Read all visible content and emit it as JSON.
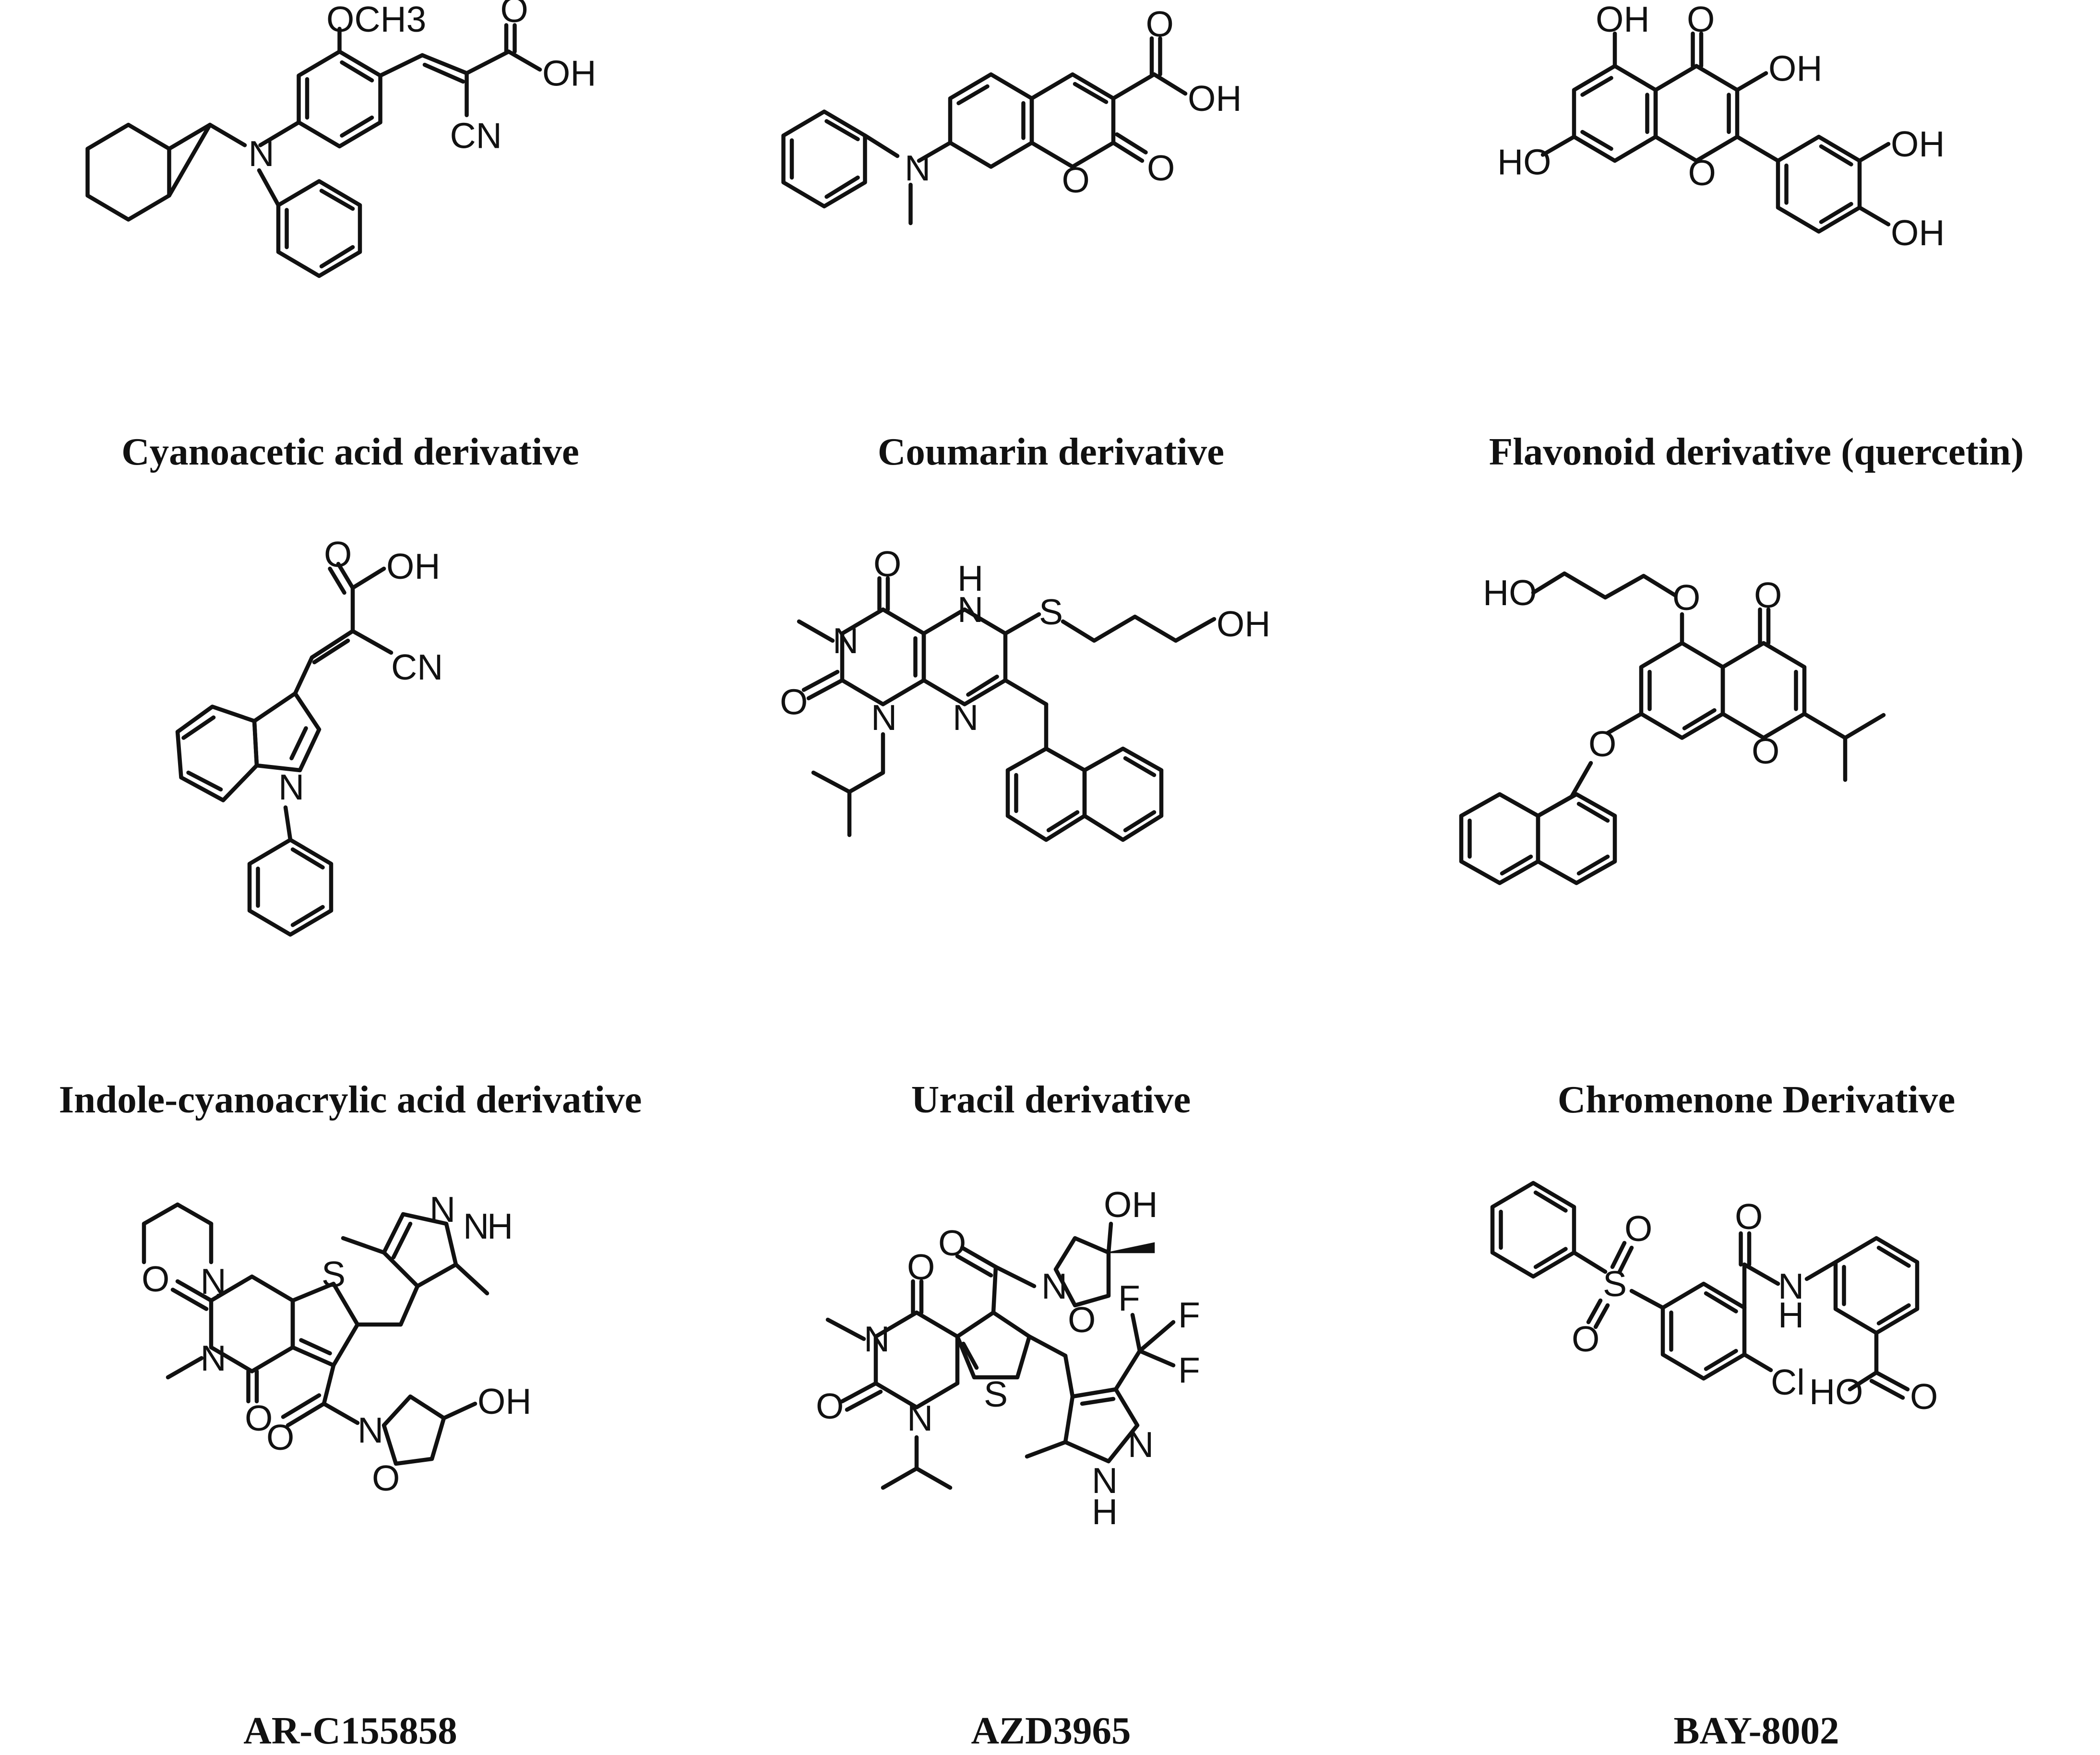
{
  "compounds": [
    {
      "name": "Cyanoacetic acid derivative",
      "atoms": {
        "methoxy": "OCH3",
        "carbonyl_o": "O",
        "acid_oh": "OH",
        "amine_n": "N",
        "nitrile": "CN"
      }
    },
    {
      "name": "Coumarin derivative",
      "atoms": {
        "carbonyl_o": "O",
        "acid_oh": "OH",
        "amine_n": "N",
        "ring_o": "O",
        "lactone_o": "O"
      }
    },
    {
      "name": "Flavonoid derivative (quercetin)",
      "atoms": {
        "oh_5": "OH",
        "keto_o": "O",
        "oh_3": "OH",
        "oh_7": "HO",
        "ring_o": "O",
        "oh_3p": "OH",
        "oh_4p": "OH"
      }
    },
    {
      "name": "Indole-cyanoacrylic acid derivative",
      "atoms": {
        "carbonyl_o": "O",
        "acid_oh": "OH",
        "nitrile": "CN",
        "indole_n": "N"
      }
    },
    {
      "name": "Uracil derivative",
      "atoms": {
        "c4_o": "O",
        "nh": "H",
        "nh_n": "N",
        "n3": "N",
        "s": "S",
        "oh": "OH",
        "c2_o": "O",
        "n1": "N",
        "n_ring": "N"
      }
    },
    {
      "name": "Chromenone Derivative",
      "atoms": {
        "ho": "HO",
        "ether_o": "O",
        "keto_o": "O",
        "benzyl_o": "O",
        "ring_o": "O"
      }
    },
    {
      "name": "AR-C155858",
      "atoms": {
        "pz_n": "N",
        "pz_nh_n": "N",
        "pz_nh_h": "H",
        "n1": "N",
        "c2_o": "O",
        "s": "S",
        "n3": "N",
        "c4_o": "O",
        "amide_o": "O",
        "iso_n": "N",
        "oh": "OH",
        "iso_o": "O"
      }
    },
    {
      "name": "AZD3965",
      "atoms": {
        "oh": "OH",
        "c4_o": "O",
        "amide_o": "O",
        "iso_n": "N",
        "iso_o": "O",
        "n3": "N",
        "f1": "F",
        "f2": "F",
        "f3": "F",
        "c2_o": "O",
        "n1": "N",
        "s": "S",
        "pz_n": "N",
        "pz_nh_n": "N",
        "pz_nh_h": "H"
      }
    },
    {
      "name": "BAY-8002",
      "atoms": {
        "so_o_top": "O",
        "s": "S",
        "so_o_bot": "O",
        "amide_o": "O",
        "amide_n": "N",
        "amide_h": "H",
        "cl": "Cl",
        "acid_ho": "HO",
        "acid_o": "O"
      }
    }
  ]
}
